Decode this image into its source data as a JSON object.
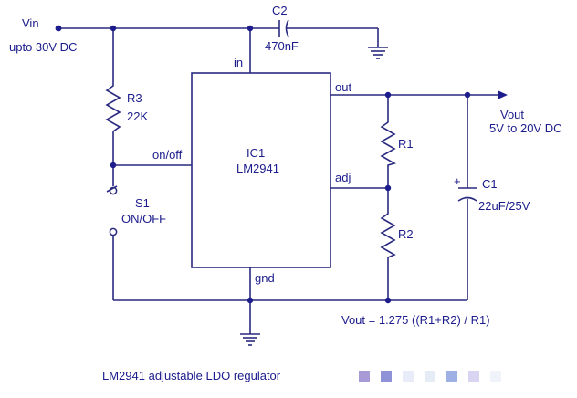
{
  "caption": "LM2941 adjustable LDO regulator",
  "formula": "Vout = 1.275 ((R1+R2) / R1)",
  "input": {
    "name": "Vin",
    "range": "upto 30V DC"
  },
  "output": {
    "name": "Vout",
    "range": "5V to 20V DC"
  },
  "ic": {
    "designator": "IC1",
    "part": "LM2941",
    "pins": {
      "in": "in",
      "out": "out",
      "adj": "adj",
      "on_off": "on/off",
      "gnd": "gnd"
    }
  },
  "components": {
    "c2": {
      "name": "C2",
      "value": "470nF"
    },
    "r3": {
      "name": "R3",
      "value": "22K"
    },
    "s1": {
      "name": "S1",
      "value": "ON/OFF"
    },
    "r1": {
      "name": "R1"
    },
    "r2": {
      "name": "R2"
    },
    "c1": {
      "name": "C1",
      "value": "22uF/25V",
      "polarity": "+"
    }
  },
  "colors": {
    "ink": "#1c1c8c",
    "swatches": [
      "#a79ad6",
      "#8f92d6",
      "#e8ecf8",
      "#e6ecf6",
      "#9fb0e4",
      "#d8d4f2",
      "#f0f3fa"
    ]
  }
}
